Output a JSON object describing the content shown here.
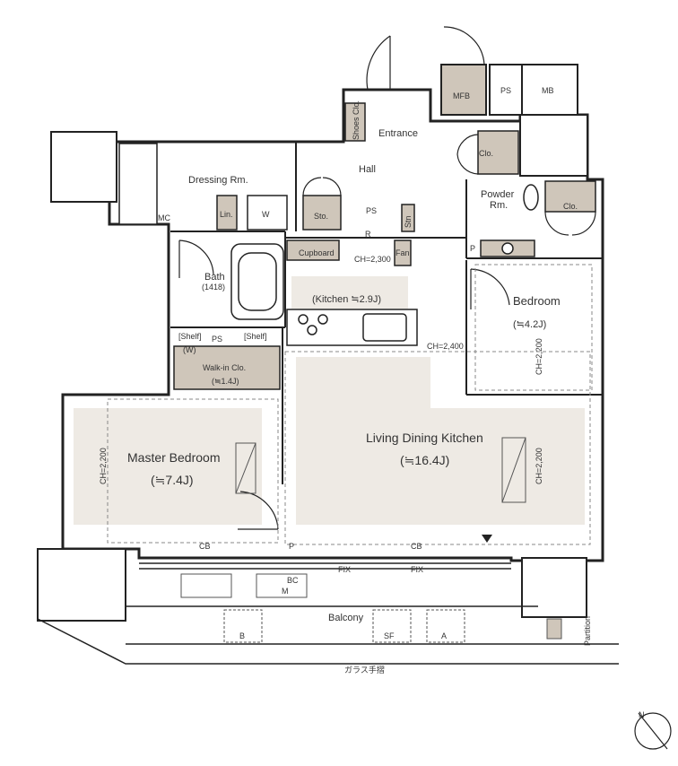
{
  "colors": {
    "wall": "#222222",
    "floor_fill": "#eeeae4",
    "fixture_fill": "#cfc6ba",
    "ceiling_dash": "#888888",
    "label": "#333333"
  },
  "rooms": {
    "entrance": "Entrance",
    "hall": "Hall",
    "dressing": "Dressing Rm.",
    "bath": "Bath",
    "bath_size": "(1418)",
    "powder": "Powder",
    "powder_rm": "Rm.",
    "bedroom": "Bedroom",
    "bedroom_size": "(≒4.2J)",
    "kitchen": "(Kitchen ≒2.9J)",
    "walkin": "Walk-in Clo.",
    "walkin_size": "(≒1.4J)",
    "master": "Master Bedroom",
    "master_size": "(≒7.4J)",
    "ldk": "Living Dining Kitchen",
    "ldk_size": "(≒16.4J)",
    "balcony": "Balcony"
  },
  "fixtures": {
    "mfb": "MFB",
    "ps": "PS",
    "mb": "MB",
    "shoes_clo": "Shoes Clo.",
    "clo": "Clo.",
    "lin": "Lin.",
    "w": "W",
    "sto": "Sto.",
    "stn": "Stn",
    "cupboard": "Cupboard",
    "fan": "Fan",
    "shelf": "[Shelf]",
    "w_paren": "(W)",
    "p": "P",
    "r": "R",
    "mc": "MC",
    "bc": "BC",
    "m": "M",
    "b": "B",
    "a": "A",
    "sf": "SF",
    "cb": "CB",
    "fix": "FIX",
    "partition": "Partition",
    "glass_rail": "ガラス手摺"
  },
  "ceiling_heights": {
    "ch2300": "CH=2,300",
    "ch2400": "CH=2,400",
    "ch2200": "CH=2,200"
  },
  "compass": {
    "north": "N"
  }
}
